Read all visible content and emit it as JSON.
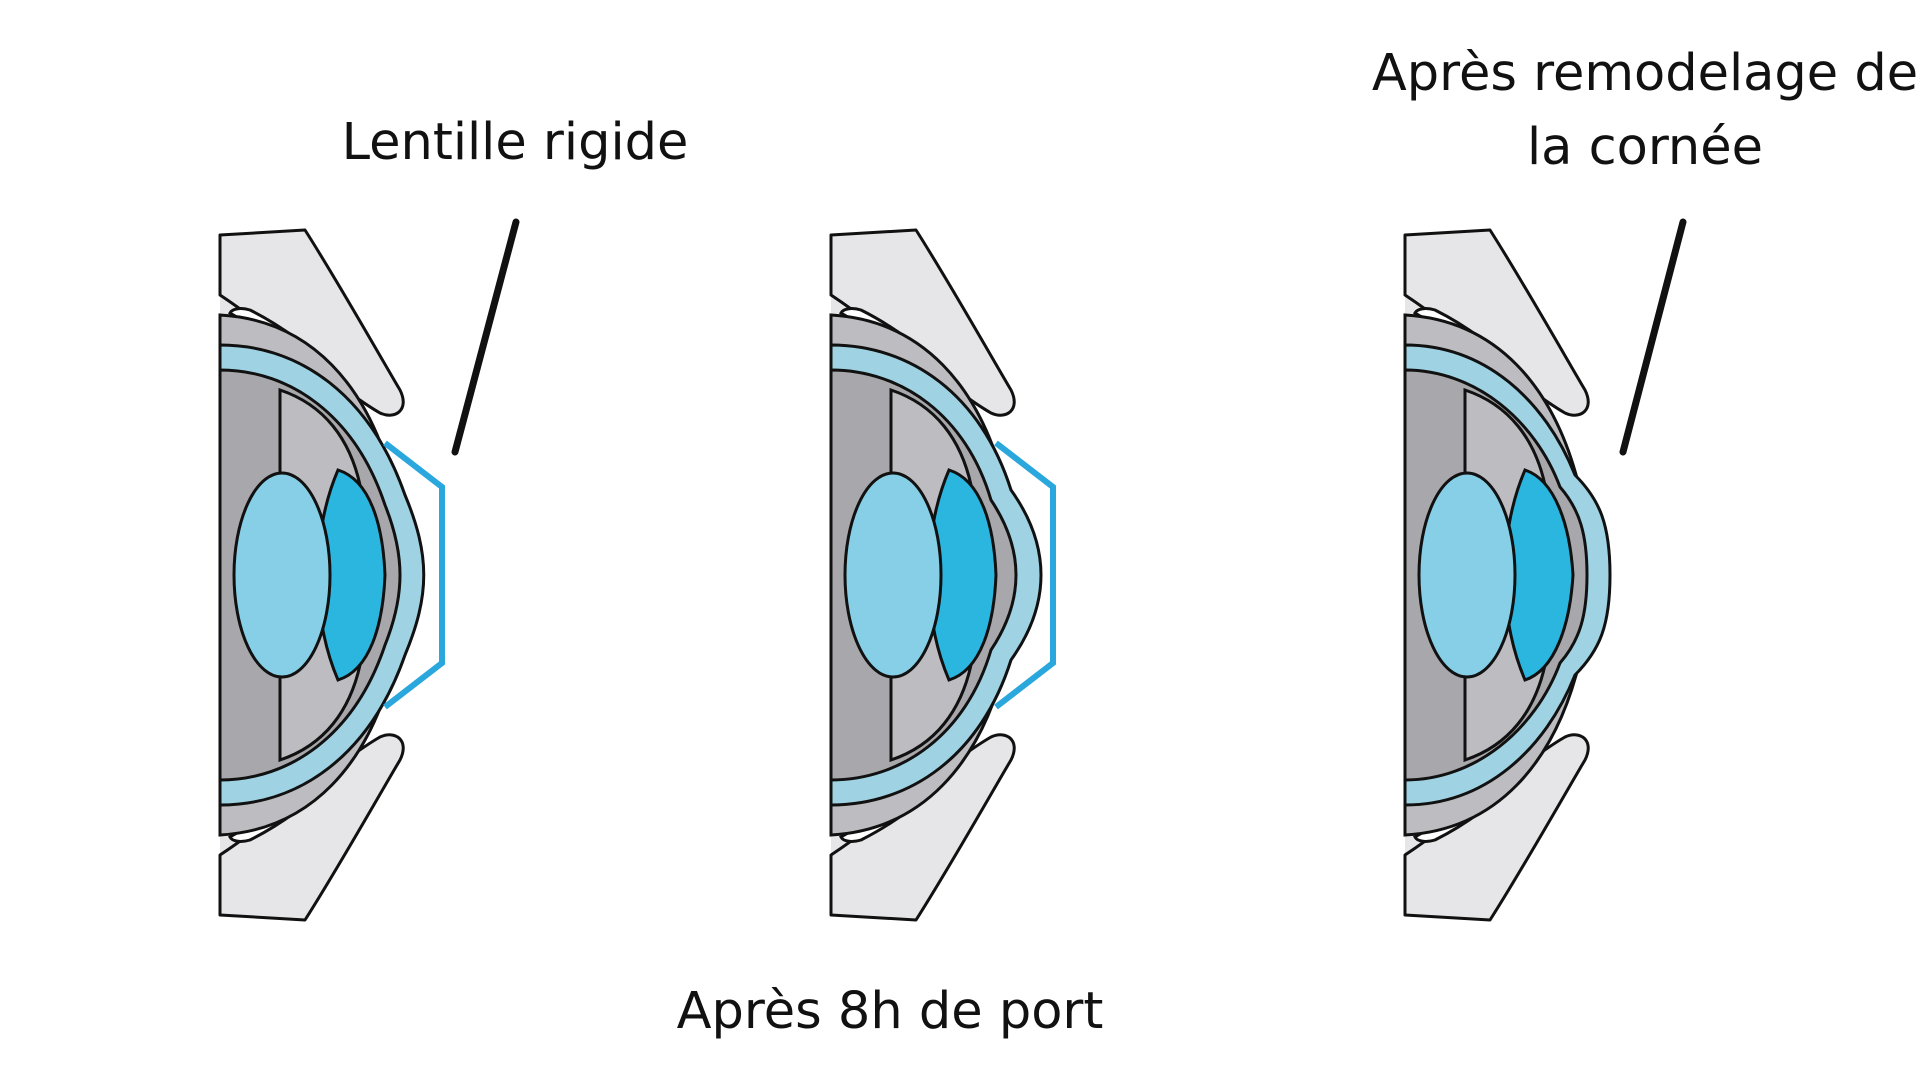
{
  "diagram": {
    "panels": [
      {
        "id": "rigid-lens",
        "label": "Lentille rigide",
        "has_lens": true,
        "cornea_shape": "normal",
        "has_pointer_line": true
      },
      {
        "id": "after-8h-wear",
        "label": "Après 8h de port",
        "has_lens": true,
        "cornea_shape": "flattening",
        "has_pointer_line": false
      },
      {
        "id": "after-remodeling",
        "label_lines": [
          "Après remodelage de",
          "la cornée"
        ],
        "has_lens": false,
        "cornea_shape": "flattened",
        "has_pointer_line": true
      }
    ],
    "colors": {
      "background": "#ffffff",
      "face_skin": "#e6e6e8",
      "sclera_gray": "#bdbcc0",
      "dark_gray": "#a8a7ab",
      "cornea_light_blue": "#9fd3e3",
      "lens_light_blue": "#86cfe6",
      "anterior_chamber_blue": "#2bb6df",
      "contact_lens_blue": "#2aa7dc",
      "outline": "#111111",
      "pointer_line": "#111111"
    }
  }
}
